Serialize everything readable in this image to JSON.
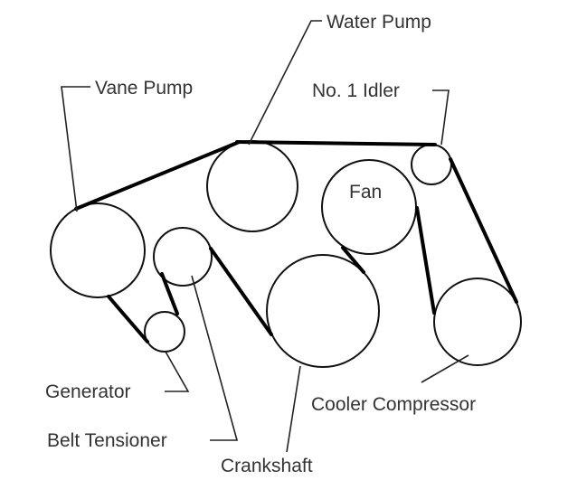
{
  "labels": {
    "water_pump": "Water Pump",
    "vane_pump": "Vane Pump",
    "idler": "No. 1 Idler",
    "fan": "Fan",
    "generator": "Generator",
    "belt_tensioner": "Belt Tensioner",
    "crankshaft": "Crankshaft",
    "cooler_compressor": "Cooler Compressor"
  }
}
